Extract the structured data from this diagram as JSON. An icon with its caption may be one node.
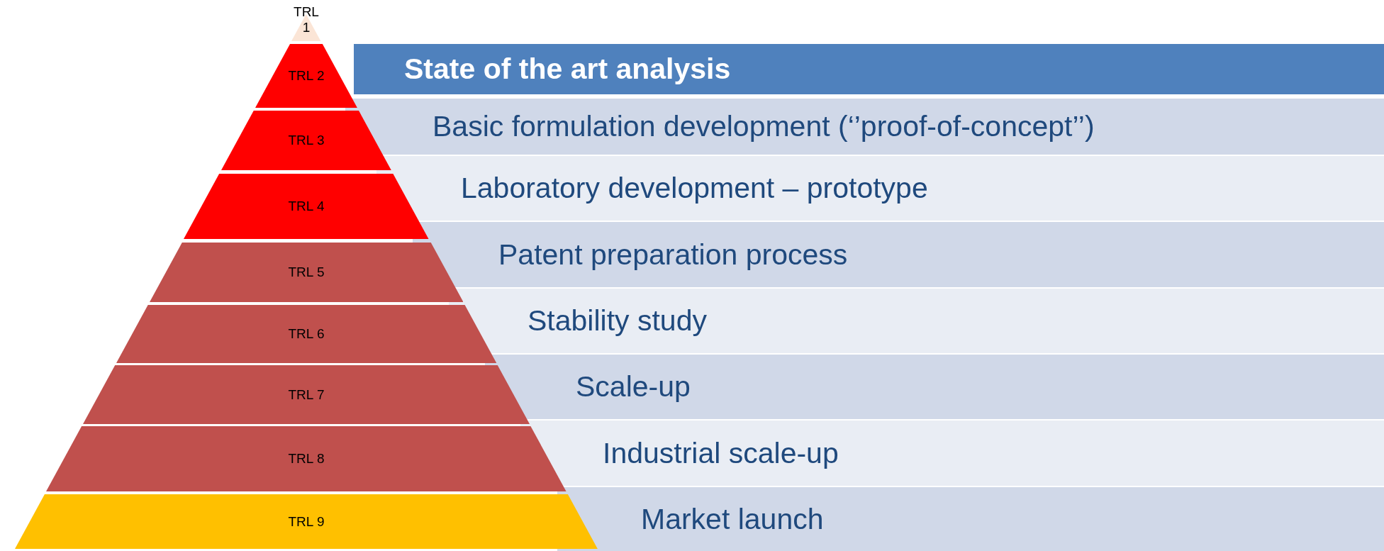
{
  "diagram": {
    "nodes": [
      {
        "text": [
          "TRL 1"
        ]
      },
      {
        "text": [
          "TRL 2"
        ]
      },
      {
        "text": [
          "TRL 3"
        ]
      },
      {
        "text": [
          "TRL 4"
        ]
      },
      {
        "text": [
          "TRL 5"
        ]
      },
      {
        "text": [
          "TRL 6"
        ]
      },
      {
        "text": [
          "TRL 7"
        ]
      },
      {
        "text": [
          "TRL 8"
        ]
      },
      {
        "text": [
          "TRL 9"
        ]
      },
      {
        "text": [
          "State of the art analysis"
        ]
      },
      {
        "text": [
          "Basic formulation development (‘’proof-of-concept’’)"
        ]
      },
      {
        "text": [
          "Laboratory development – prototype"
        ]
      },
      {
        "text": [
          "Patent preparation process"
        ]
      },
      {
        "text": [
          "Stability study"
        ]
      },
      {
        "text": [
          "Scale-up"
        ]
      },
      {
        "text": [
          "Industrial scale-up"
        ]
      },
      {
        "text": [
          "Market launch"
        ]
      }
    ]
  }
}
